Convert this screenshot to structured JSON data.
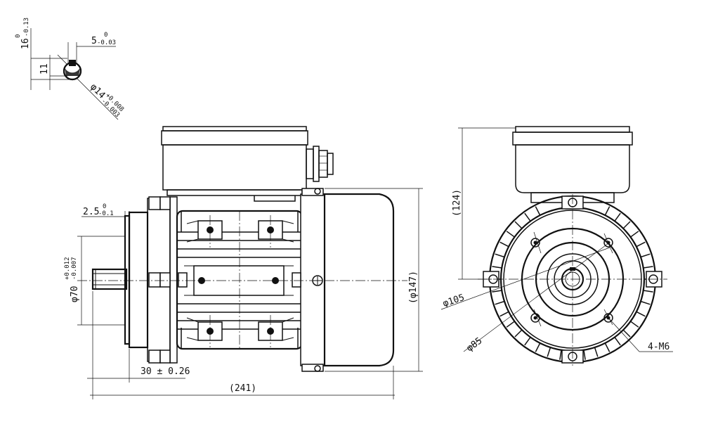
{
  "labels": {
    "key_height": "16",
    "key_height_tol_upper": "0",
    "key_height_tol_lower": "-0.13",
    "key_width": "5",
    "key_width_tol_upper": "0",
    "key_width_tol_lower": "-0.03",
    "key_depth": "11",
    "shaft_dia": "φ14",
    "shaft_dia_tol_upper": "+0.008",
    "shaft_dia_tol_lower": "-0.003",
    "flange_step": "2.5",
    "flange_step_tol_upper": "0",
    "flange_step_tol_lower": "-0.1",
    "spigot_dia": "φ70",
    "spigot_dia_tol_upper": "+0.012",
    "spigot_dia_tol_lower": "-0.007",
    "shaft_length": "30 ± 0.26",
    "overall_length": "(241)",
    "body_dia": "(φ147)",
    "height": "(124)",
    "pcd_105": "φ105",
    "pcd_85": "φ85",
    "holes": "4-M6"
  }
}
